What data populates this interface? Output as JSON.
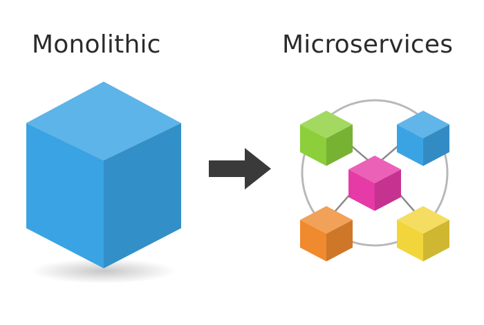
{
  "headings": {
    "left": "Monolithic",
    "right": "Microservices"
  },
  "colors": {
    "monolith": "#3aa3e3",
    "arrow": "#3a3a3a",
    "ring": "#b8b8b8",
    "link": "#8a8a8a",
    "green": "#8ccf3a",
    "blue": "#3aa3e3",
    "magenta": "#e63aa6",
    "orange": "#ef8a2e",
    "yellow": "#f2d53a"
  },
  "icons": {
    "monolith": "single-large-cube",
    "transition": "right-arrow",
    "services": [
      "green-cube",
      "blue-cube",
      "magenta-cube",
      "orange-cube",
      "yellow-cube"
    ]
  }
}
